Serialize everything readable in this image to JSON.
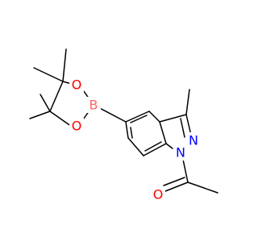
{
  "molecule": {
    "atoms": [
      {
        "id": "B1",
        "label": "B",
        "color": "#ff6666"
      },
      {
        "id": "O1",
        "label": "O",
        "color": "#ff0000"
      },
      {
        "id": "O2",
        "label": "O",
        "color": "#ff0000"
      },
      {
        "id": "N1",
        "label": "N",
        "color": "#0000ff"
      },
      {
        "id": "N2",
        "label": "N",
        "color": "#0000ff"
      },
      {
        "id": "O3",
        "label": "O",
        "color": "#ff0000"
      }
    ]
  },
  "colors": {
    "background": "#ffffff",
    "bond": "#000000",
    "boron": "#ff6666",
    "oxygen": "#ff0000",
    "nitrogen": "#0000ff"
  }
}
